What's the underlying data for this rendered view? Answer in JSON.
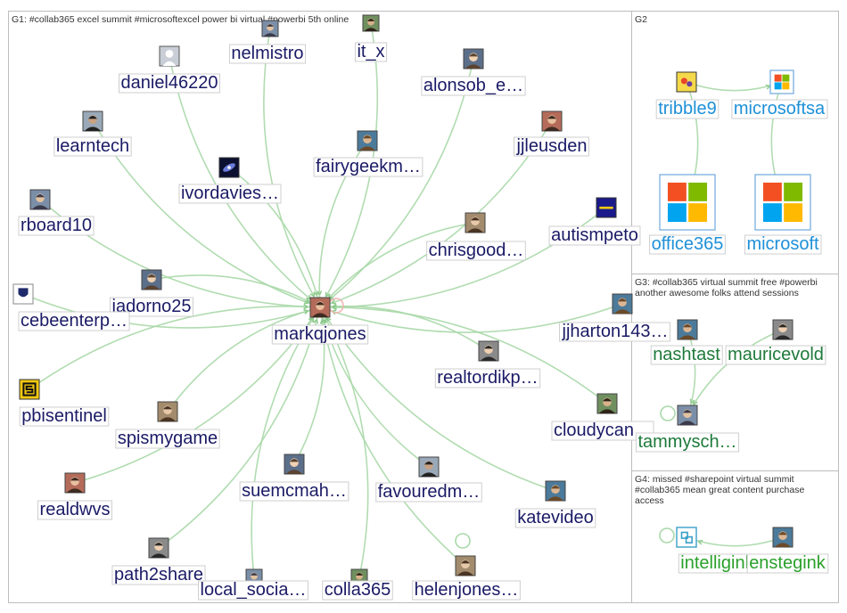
{
  "groups": [
    {
      "id": "g1",
      "caption_lines": [
        "G1: #collab365 excel summit #microsoftexcel power bi virtual #powerbi 5th online"
      ],
      "label_color": "#1a1a66",
      "nodes": [
        {
          "id": "nelmistro",
          "label": "nelmistro",
          "icon": "avatar-photo-icon"
        },
        {
          "id": "it_x",
          "label": "it_x",
          "icon": "avatar-photo-icon"
        },
        {
          "id": "daniel46220",
          "label": "daniel46220",
          "icon": "default-avatar-icon"
        },
        {
          "id": "alonsob",
          "label": "alonsob_e…",
          "icon": "avatar-photo-icon"
        },
        {
          "id": "learntech",
          "label": "learntech",
          "icon": "avatar-photo-icon"
        },
        {
          "id": "jjleusden",
          "label": "jjleusden",
          "icon": "avatar-photo-icon"
        },
        {
          "id": "fairygeekm",
          "label": "fairygeekm…",
          "icon": "avatar-photo-icon"
        },
        {
          "id": "ivordavies",
          "label": "ivordavies…",
          "icon": "galaxy-avatar-icon"
        },
        {
          "id": "rboard10",
          "label": "rboard10",
          "icon": "avatar-photo-icon"
        },
        {
          "id": "autismpeto",
          "label": "autismpeto",
          "icon": "logo-avatar-icon"
        },
        {
          "id": "chrisgood",
          "label": "chrisgood…",
          "icon": "avatar-photo-icon"
        },
        {
          "id": "iadorno25",
          "label": "iadorno25",
          "icon": "avatar-photo-icon"
        },
        {
          "id": "cebeenterp",
          "label": "cebeenterp…",
          "icon": "crest-logo-icon"
        },
        {
          "id": "markqjones",
          "label": "markqjones",
          "icon": "avatar-photo-icon"
        },
        {
          "id": "jjharton143",
          "label": "jjharton143…",
          "icon": "avatar-photo-icon"
        },
        {
          "id": "realtordikp",
          "label": "realtordikp…",
          "icon": "avatar-photo-icon"
        },
        {
          "id": "pbisentinel",
          "label": "pbisentinel",
          "icon": "sentinel-logo-icon"
        },
        {
          "id": "cloudycan",
          "label": "cloudycan…",
          "icon": "avatar-photo-icon"
        },
        {
          "id": "spismygame",
          "label": "spismygame",
          "icon": "avatar-photo-icon"
        },
        {
          "id": "suemcmah",
          "label": "suemcmah…",
          "icon": "avatar-photo-icon"
        },
        {
          "id": "favouredm",
          "label": "favouredm…",
          "icon": "avatar-photo-icon"
        },
        {
          "id": "realdwvs",
          "label": "realdwvs",
          "icon": "avatar-photo-icon"
        },
        {
          "id": "katevideo",
          "label": "katevideo",
          "icon": "avatar-photo-icon"
        },
        {
          "id": "path2share",
          "label": "path2share",
          "icon": "avatar-photo-icon"
        },
        {
          "id": "local_socia",
          "label": "local_socia…",
          "icon": "avatar-photo-icon"
        },
        {
          "id": "colla365",
          "label": "colla365",
          "icon": "avatar-photo-icon"
        },
        {
          "id": "helenjones",
          "label": "helenjones…",
          "icon": "avatar-photo-icon"
        }
      ]
    },
    {
      "id": "g2",
      "caption_lines": [
        "G2"
      ],
      "label_color": "#1e90d8",
      "nodes": [
        {
          "id": "tribble9",
          "label": "tribble9",
          "icon": "cartoon-avatar-icon"
        },
        {
          "id": "microsoftsa",
          "label": "microsoftsa",
          "icon": "microsoft-logo-icon"
        },
        {
          "id": "office365",
          "label": "office365",
          "icon": "microsoft-logo-icon"
        },
        {
          "id": "microsoft",
          "label": "microsoft",
          "icon": "microsoft-logo-icon"
        }
      ]
    },
    {
      "id": "g3",
      "caption_lines": [
        "G3: #collab365 virtual summit free #powerbi",
        "another awesome folks attend sessions"
      ],
      "label_color": "#1e7a3a",
      "nodes": [
        {
          "id": "nashtast",
          "label": "nashtast",
          "icon": "avatar-photo-icon"
        },
        {
          "id": "mauricevold",
          "label": "mauricevold",
          "icon": "avatar-photo-icon"
        },
        {
          "id": "tammysch",
          "label": "tammysch…",
          "icon": "avatar-photo-icon"
        }
      ]
    },
    {
      "id": "g4",
      "caption_lines": [
        "G4: missed #sharepoint virtual summit",
        "#collab365 mean great content purchase",
        "access"
      ],
      "label_color": "#2aa02a",
      "nodes": [
        {
          "id": "intelliginkb",
          "label": "intelliginkb",
          "icon": "intelliginkb-logo-icon"
        },
        {
          "id": "enstegink",
          "label": "enstegink",
          "icon": "avatar-photo-icon"
        }
      ]
    }
  ],
  "edges": [
    [
      "nelmistro",
      "markqjones"
    ],
    [
      "it_x",
      "markqjones"
    ],
    [
      "daniel46220",
      "markqjones"
    ],
    [
      "alonsob",
      "markqjones"
    ],
    [
      "learntech",
      "markqjones"
    ],
    [
      "jjleusden",
      "markqjones"
    ],
    [
      "fairygeekm",
      "markqjones"
    ],
    [
      "ivordavies",
      "markqjones"
    ],
    [
      "rboard10",
      "markqjones"
    ],
    [
      "autismpeto",
      "markqjones"
    ],
    [
      "chrisgood",
      "markqjones"
    ],
    [
      "iadorno25",
      "markqjones"
    ],
    [
      "cebeenterp",
      "markqjones"
    ],
    [
      "jjharton143",
      "markqjones"
    ],
    [
      "realtordikp",
      "markqjones"
    ],
    [
      "pbisentinel",
      "markqjones"
    ],
    [
      "cloudycan",
      "markqjones"
    ],
    [
      "spismygame",
      "markqjones"
    ],
    [
      "suemcmah",
      "markqjones"
    ],
    [
      "favouredm",
      "markqjones"
    ],
    [
      "realdwvs",
      "markqjones"
    ],
    [
      "katevideo",
      "markqjones"
    ],
    [
      "path2share",
      "markqjones"
    ],
    [
      "local_socia",
      "markqjones"
    ],
    [
      "colla365",
      "markqjones"
    ],
    [
      "helenjones",
      "markqjones"
    ],
    [
      "tribble9",
      "microsoftsa"
    ],
    [
      "tribble9",
      "office365"
    ],
    [
      "microsoftsa",
      "microsoft"
    ],
    [
      "nashtast",
      "tammysch"
    ],
    [
      "mauricevold",
      "tammysch"
    ],
    [
      "enstegink",
      "intelliginkb"
    ]
  ],
  "self_loops": [
    "markqjones",
    "helenjones",
    "tammysch",
    "intelliginkb"
  ]
}
